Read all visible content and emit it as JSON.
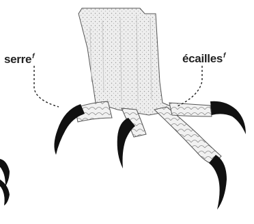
{
  "labels": {
    "claw": {
      "text": "serre",
      "gender": "f"
    },
    "scales": {
      "text": "écailles",
      "gender": "f"
    }
  },
  "colors": {
    "ink": "#1a1a1a",
    "leg_fill": "#e6e6e6",
    "claw": "#111111"
  }
}
